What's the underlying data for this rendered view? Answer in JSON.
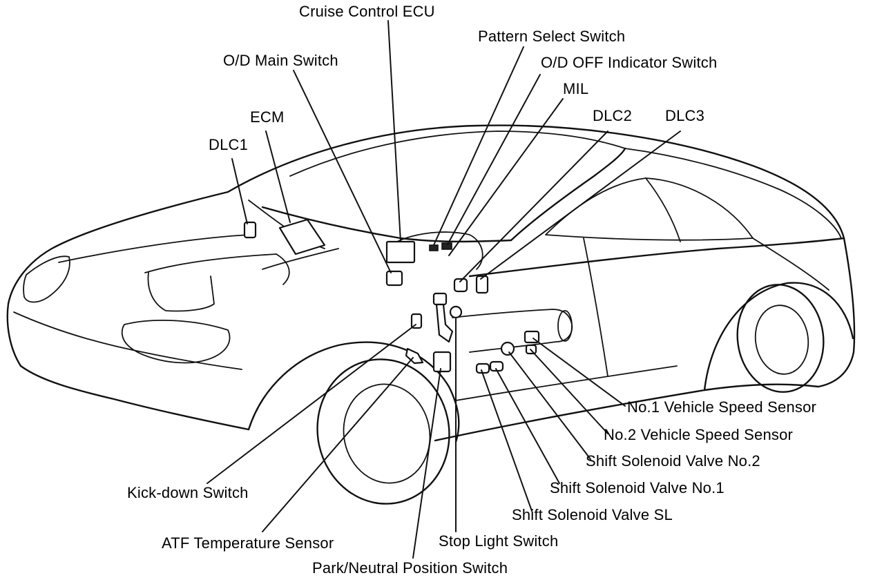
{
  "diagram": {
    "labels": {
      "cruise_control_ecu": "Cruise Control ECU",
      "pattern_select_switch": "Pattern Select Switch",
      "od_main_switch": "O/D Main Switch",
      "od_off_indicator_switch": "O/D OFF Indicator Switch",
      "mil": "MIL",
      "ecm": "ECM",
      "dlc2": "DLC2",
      "dlc3": "DLC3",
      "dlc1": "DLC1",
      "no1_vehicle_speed_sensor": "No.1 Vehicle Speed Sensor",
      "no2_vehicle_speed_sensor": "No.2 Vehicle Speed Sensor",
      "shift_solenoid_valve_no2": "Shift Solenoid Valve No.2",
      "shift_solenoid_valve_no1": "Shift Solenoid Valve No.1",
      "shift_solenoid_valve_sl": "Shift Solenoid Valve SL",
      "kick_down_switch": "Kick-down Switch",
      "atf_temperature_sensor": "ATF Temperature Sensor",
      "stop_light_switch": "Stop Light Switch",
      "park_neutral_position_switch": "Park/Neutral Position Switch"
    }
  }
}
